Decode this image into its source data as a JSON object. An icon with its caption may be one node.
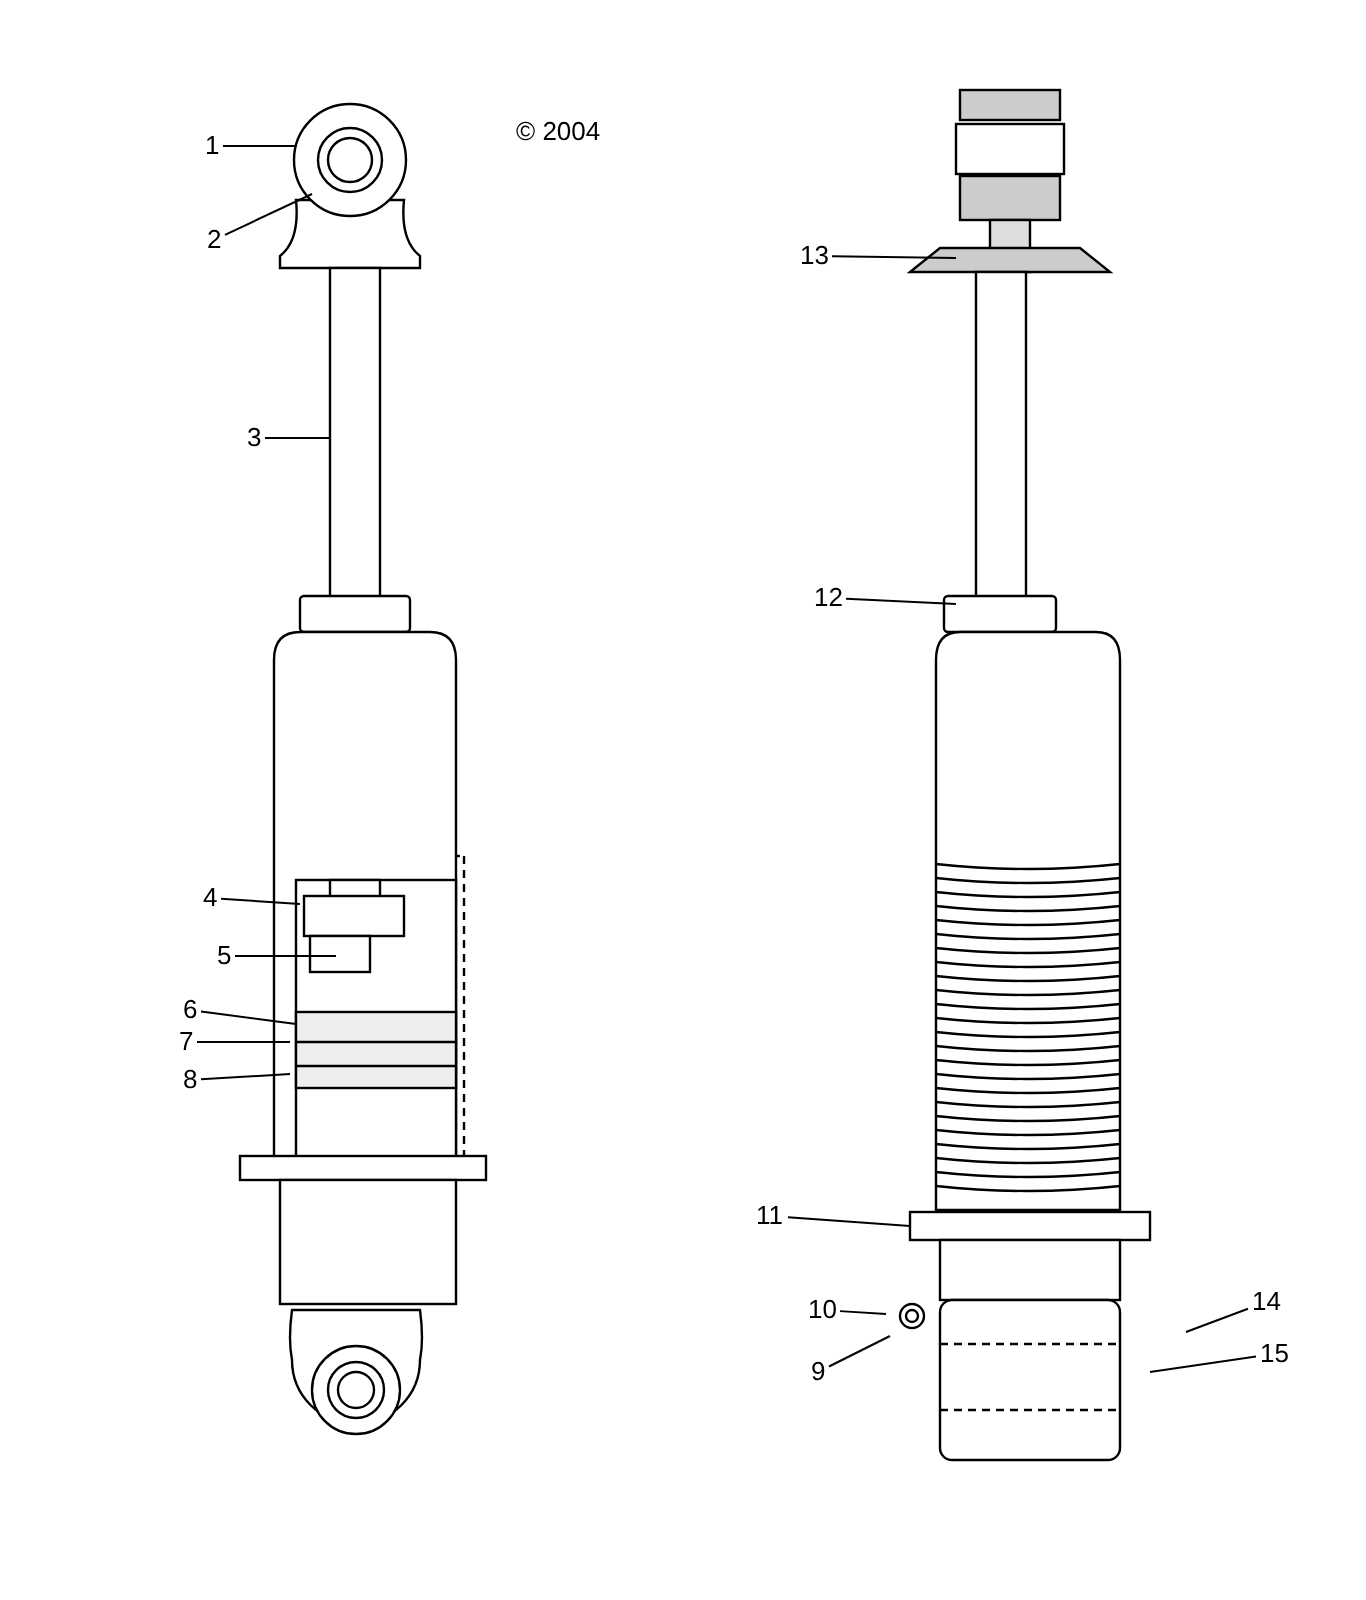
{
  "diagram": {
    "nodes": [
      {
        "text": [
          "1"
        ]
      },
      {
        "text": [
          "2"
        ]
      },
      {
        "text": [
          "3"
        ]
      },
      {
        "text": [
          "4"
        ]
      },
      {
        "text": [
          "5"
        ]
      },
      {
        "text": [
          "6"
        ]
      },
      {
        "text": [
          "7"
        ]
      },
      {
        "text": [
          "8"
        ]
      },
      {
        "text": [
          "9"
        ]
      },
      {
        "text": [
          "10"
        ]
      },
      {
        "text": [
          "11"
        ]
      },
      {
        "text": [
          "12"
        ]
      },
      {
        "text": [
          "13"
        ]
      },
      {
        "text": [
          "14"
        ]
      },
      {
        "text": [
          "15"
        ]
      }
    ],
    "edges": [
      {
        "from": 0,
        "to": null,
        "arrow": "none"
      },
      {
        "from": 1,
        "to": null,
        "arrow": "none"
      },
      {
        "from": 2,
        "to": null,
        "arrow": "none"
      },
      {
        "from": 3,
        "to": null,
        "arrow": "none"
      },
      {
        "from": 4,
        "to": null,
        "arrow": "none"
      },
      {
        "from": 5,
        "to": null,
        "arrow": "none"
      },
      {
        "from": 6,
        "to": null,
        "arrow": "none"
      },
      {
        "from": 7,
        "to": null,
        "arrow": "none"
      },
      {
        "from": 8,
        "to": null,
        "arrow": "none"
      },
      {
        "from": 9,
        "to": null,
        "arrow": "none"
      },
      {
        "from": 10,
        "to": null,
        "arrow": "none"
      },
      {
        "from": 11,
        "to": null,
        "arrow": "none"
      },
      {
        "from": 12,
        "to": null,
        "arrow": "none"
      },
      {
        "from": 13,
        "to": null,
        "arrow": "none"
      },
      {
        "from": 14,
        "to": null,
        "arrow": "none"
      }
    ],
    "labels": [
      "© 2004"
    ]
  }
}
